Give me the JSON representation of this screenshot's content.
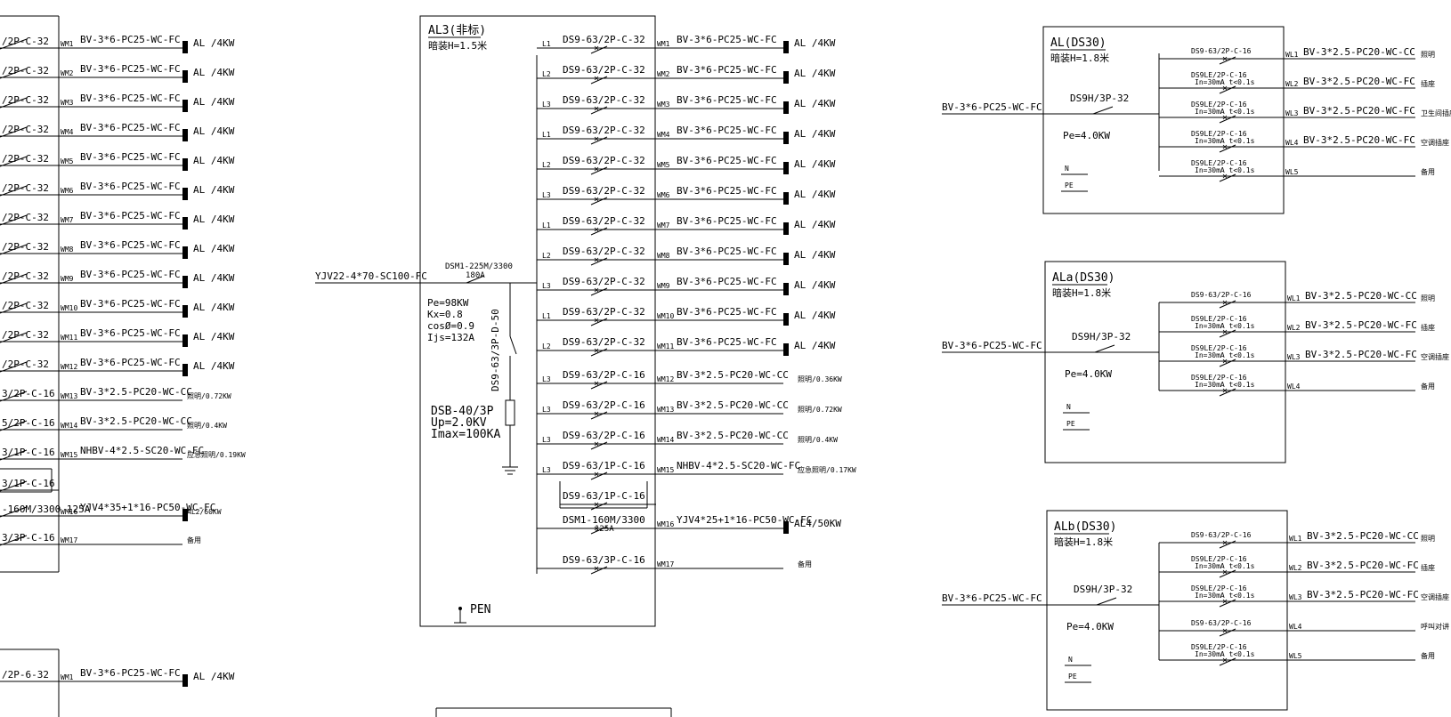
{
  "left_panel": {
    "rows": [
      {
        "breaker": "/2P-C-32",
        "circuit": "WM1",
        "cable": "BV-3*6-PC25-WC-FC",
        "load": "AL /4KW"
      },
      {
        "breaker": "/2P-C-32",
        "circuit": "WM2",
        "cable": "BV-3*6-PC25-WC-FC",
        "load": "AL /4KW"
      },
      {
        "breaker": "/2P-C-32",
        "circuit": "WM3",
        "cable": "BV-3*6-PC25-WC-FC",
        "load": "AL /4KW"
      },
      {
        "breaker": "/2P-C-32",
        "circuit": "WM4",
        "cable": "BV-3*6-PC25-WC-FC",
        "load": "AL /4KW"
      },
      {
        "breaker": "/2P-C-32",
        "circuit": "WM5",
        "cable": "BV-3*6-PC25-WC-FC",
        "load": "AL /4KW"
      },
      {
        "breaker": "/2P-C-32",
        "circuit": "WM6",
        "cable": "BV-3*6-PC25-WC-FC",
        "load": "AL /4KW"
      },
      {
        "breaker": "/2P-C-32",
        "circuit": "WM7",
        "cable": "BV-3*6-PC25-WC-FC",
        "load": "AL /4KW"
      },
      {
        "breaker": "/2P-C-32",
        "circuit": "WM8",
        "cable": "BV-3*6-PC25-WC-FC",
        "load": "AL /4KW"
      },
      {
        "breaker": "/2P-C-32",
        "circuit": "WM9",
        "cable": "BV-3*6-PC25-WC-FC",
        "load": "AL /4KW"
      },
      {
        "breaker": "/2P-C-32",
        "circuit": "WM10",
        "cable": "BV-3*6-PC25-WC-FC",
        "load": "AL /4KW"
      },
      {
        "breaker": "/2P-C-32",
        "circuit": "WM11",
        "cable": "BV-3*6-PC25-WC-FC",
        "load": "AL /4KW"
      },
      {
        "breaker": "/2P-C-32",
        "circuit": "WM12",
        "cable": "BV-3*6-PC25-WC-FC",
        "load": "AL /4KW"
      },
      {
        "breaker": "3/2P-C-16",
        "circuit": "WM13",
        "cable": "BV-3*2.5-PC20-WC-CC",
        "load": "照明/0.72KW"
      },
      {
        "breaker": "5/2P-C-16",
        "circuit": "WM14",
        "cable": "BV-3*2.5-PC20-WC-CC",
        "load": "照明/0.4KW"
      },
      {
        "breaker": "3/1P-C-16",
        "circuit": "WM15",
        "cable": "NHBV-4*2.5-SC20-WC-FC",
        "load": "应急照明/0.19KW"
      },
      {
        "breaker": "3/1P-C-16",
        "circuit": "",
        "cable": "",
        "load": ""
      },
      {
        "breaker": "-160M/3300 125A",
        "circuit": "WM16",
        "cable": "YJV4*35+1*16-PC50-WC-FC",
        "load": "AL2/60KW"
      },
      {
        "breaker": "3/3P-C-16",
        "circuit": "WM17",
        "cable": "",
        "load": "备用"
      }
    ],
    "bottom_row": {
      "breaker": "/2P-6-32",
      "circuit": "WM1",
      "cable": "BV-3*6-PC25-WC-FC",
      "load": "AL /4KW"
    }
  },
  "al3": {
    "title": "AL3(非标)",
    "subtitle": "暗装H=1.5米",
    "incoming_cable": "YJV22-4*70-SC100-FC",
    "main_breaker": "DSM1-225M/3300",
    "main_rating": "180A",
    "params": [
      "Pe=98KW",
      "Kx=0.8",
      "cosØ=0.9",
      "Ijs=132A"
    ],
    "spd_breaker": "DS9-63/3P-D-50",
    "spd": [
      "DSB-40/3P",
      "Up=2.0KV",
      "Imax=100KA"
    ],
    "pen_label": "PEN",
    "rows": [
      {
        "phase": "L1",
        "breaker": "DS9-63/2P-C-32",
        "circuit": "WM1",
        "cable": "BV-3*6-PC25-WC-FC",
        "load": "AL /4KW"
      },
      {
        "phase": "L2",
        "breaker": "DS9-63/2P-C-32",
        "circuit": "WM2",
        "cable": "BV-3*6-PC25-WC-FC",
        "load": "AL /4KW"
      },
      {
        "phase": "L3",
        "breaker": "DS9-63/2P-C-32",
        "circuit": "WM3",
        "cable": "BV-3*6-PC25-WC-FC",
        "load": "AL /4KW"
      },
      {
        "phase": "L1",
        "breaker": "DS9-63/2P-C-32",
        "circuit": "WM4",
        "cable": "BV-3*6-PC25-WC-FC",
        "load": "AL /4KW"
      },
      {
        "phase": "L2",
        "breaker": "DS9-63/2P-C-32",
        "circuit": "WM5",
        "cable": "BV-3*6-PC25-WC-FC",
        "load": "AL /4KW"
      },
      {
        "phase": "L3",
        "breaker": "DS9-63/2P-C-32",
        "circuit": "WM6",
        "cable": "BV-3*6-PC25-WC-FC",
        "load": "AL /4KW"
      },
      {
        "phase": "L1",
        "breaker": "DS9-63/2P-C-32",
        "circuit": "WM7",
        "cable": "BV-3*6-PC25-WC-FC",
        "load": "AL /4KW"
      },
      {
        "phase": "L2",
        "breaker": "DS9-63/2P-C-32",
        "circuit": "WM8",
        "cable": "BV-3*6-PC25-WC-FC",
        "load": "AL /4KW"
      },
      {
        "phase": "L3",
        "breaker": "DS9-63/2P-C-32",
        "circuit": "WM9",
        "cable": "BV-3*6-PC25-WC-FC",
        "load": "AL /4KW"
      },
      {
        "phase": "L1",
        "breaker": "DS9-63/2P-C-32",
        "circuit": "WM10",
        "cable": "BV-3*6-PC25-WC-FC",
        "load": "AL /4KW"
      },
      {
        "phase": "L2",
        "breaker": "DS9-63/2P-C-32",
        "circuit": "WM11",
        "cable": "BV-3*6-PC25-WC-FC",
        "load": "AL /4KW"
      },
      {
        "phase": "L3",
        "breaker": "DS9-63/2P-C-16",
        "circuit": "WM12",
        "cable": "BV-3*2.5-PC20-WC-CC",
        "load": "照明/0.36KW"
      },
      {
        "phase": "L3",
        "breaker": "DS9-63/2P-C-16",
        "circuit": "WM13",
        "cable": "BV-3*2.5-PC20-WC-CC",
        "load": "照明/0.72KW"
      },
      {
        "phase": "L3",
        "breaker": "DS9-63/2P-C-16",
        "circuit": "WM14",
        "cable": "BV-3*2.5-PC20-WC-CC",
        "load": "照明/0.4KW"
      },
      {
        "phase": "L3",
        "breaker": "DS9-63/1P-C-16",
        "circuit": "WM15",
        "cable": "NHBV-4*2.5-SC20-WC-FC",
        "load": "应急照明/0.17KW"
      },
      {
        "phase": "",
        "breaker": "DS9-63/1P-C-16",
        "circuit": "",
        "cable": "",
        "load": ""
      },
      {
        "phase": "",
        "breaker": "DSM1-160M/3300 125A",
        "circuit": "WM16",
        "cable": "YJV4*25+1*16-PC50-WC-FC",
        "load": "AL4/50KW"
      },
      {
        "phase": "",
        "breaker": "DS9-63/3P-C-16",
        "circuit": "WM17",
        "cable": "",
        "load": "备用"
      }
    ]
  },
  "boxes": [
    {
      "title": "AL(DS30)",
      "subtitle": "暗装H=1.8米",
      "incoming": "BV-3*6-PC25-WC-FC",
      "main": "DS9H/3P-32",
      "pe": "Pe=4.0KW",
      "n": "N",
      "pe_label": "PE",
      "rows": [
        {
          "breaker": "DS9-63/2P-C-16",
          "rcd": "",
          "circuit": "WL1",
          "cable": "BV-3*2.5-PC20-WC-CC",
          "load": "照明"
        },
        {
          "breaker": "DS9LE/2P-C-16",
          "rcd": "In=30mA  t<0.1s",
          "circuit": "WL2",
          "cable": "BV-3*2.5-PC20-WC-FC",
          "load": "插座"
        },
        {
          "breaker": "DS9LE/2P-C-16",
          "rcd": "In=30mA  t<0.1s",
          "circuit": "WL3",
          "cable": "BV-3*2.5-PC20-WC-FC",
          "load": "卫生间插座"
        },
        {
          "breaker": "DS9LE/2P-C-16",
          "rcd": "In=30mA  t<0.1s",
          "circuit": "WL4",
          "cable": "BV-3*2.5-PC20-WC-FC",
          "load": "空调插座"
        },
        {
          "breaker": "DS9LE/2P-C-16",
          "rcd": "In=30mA  t<0.1s",
          "circuit": "WL5",
          "cable": "",
          "load": "备用"
        }
      ]
    },
    {
      "title": "ALa(DS30)",
      "subtitle": "暗装H=1.8米",
      "incoming": "BV-3*6-PC25-WC-FC",
      "main": "DS9H/3P-32",
      "pe": "Pe=4.0KW",
      "n": "N",
      "pe_label": "PE",
      "rows": [
        {
          "breaker": "DS9-63/2P-C-16",
          "rcd": "",
          "circuit": "WL1",
          "cable": "BV-3*2.5-PC20-WC-CC",
          "load": "照明"
        },
        {
          "breaker": "DS9LE/2P-C-16",
          "rcd": "In=30mA  t<0.1s",
          "circuit": "WL2",
          "cable": "BV-3*2.5-PC20-WC-FC",
          "load": "插座"
        },
        {
          "breaker": "DS9LE/2P-C-16",
          "rcd": "In=30mA  t<0.1s",
          "circuit": "WL3",
          "cable": "BV-3*2.5-PC20-WC-FC",
          "load": "空调插座"
        },
        {
          "breaker": "DS9LE/2P-C-16",
          "rcd": "In=30mA  t<0.1s",
          "circuit": "WL4",
          "cable": "",
          "load": "备用"
        }
      ]
    },
    {
      "title": "ALb(DS30)",
      "subtitle": "暗装H=1.8米",
      "incoming": "BV-3*6-PC25-WC-FC",
      "main": "DS9H/3P-32",
      "pe": "Pe=4.0KW",
      "n": "N",
      "pe_label": "PE",
      "rows": [
        {
          "breaker": "DS9-63/2P-C-16",
          "rcd": "",
          "circuit": "WL1",
          "cable": "BV-3*2.5-PC20-WC-CC",
          "load": "照明"
        },
        {
          "breaker": "DS9LE/2P-C-16",
          "rcd": "In=30mA  t<0.1s",
          "circuit": "WL2",
          "cable": "BV-3*2.5-PC20-WC-FC",
          "load": "插座"
        },
        {
          "breaker": "DS9LE/2P-C-16",
          "rcd": "In=30mA  t<0.1s",
          "circuit": "WL3",
          "cable": "BV-3*2.5-PC20-WC-FC",
          "load": "空调插座"
        },
        {
          "breaker": "DS9-63/2P-C-16",
          "rcd": "",
          "circuit": "WL4",
          "cable": "",
          "load": "呼叫对讲"
        },
        {
          "breaker": "DS9LE/2P-C-16",
          "rcd": "In=30mA  t<0.1s",
          "circuit": "WL5",
          "cable": "",
          "load": "备用"
        }
      ]
    }
  ]
}
